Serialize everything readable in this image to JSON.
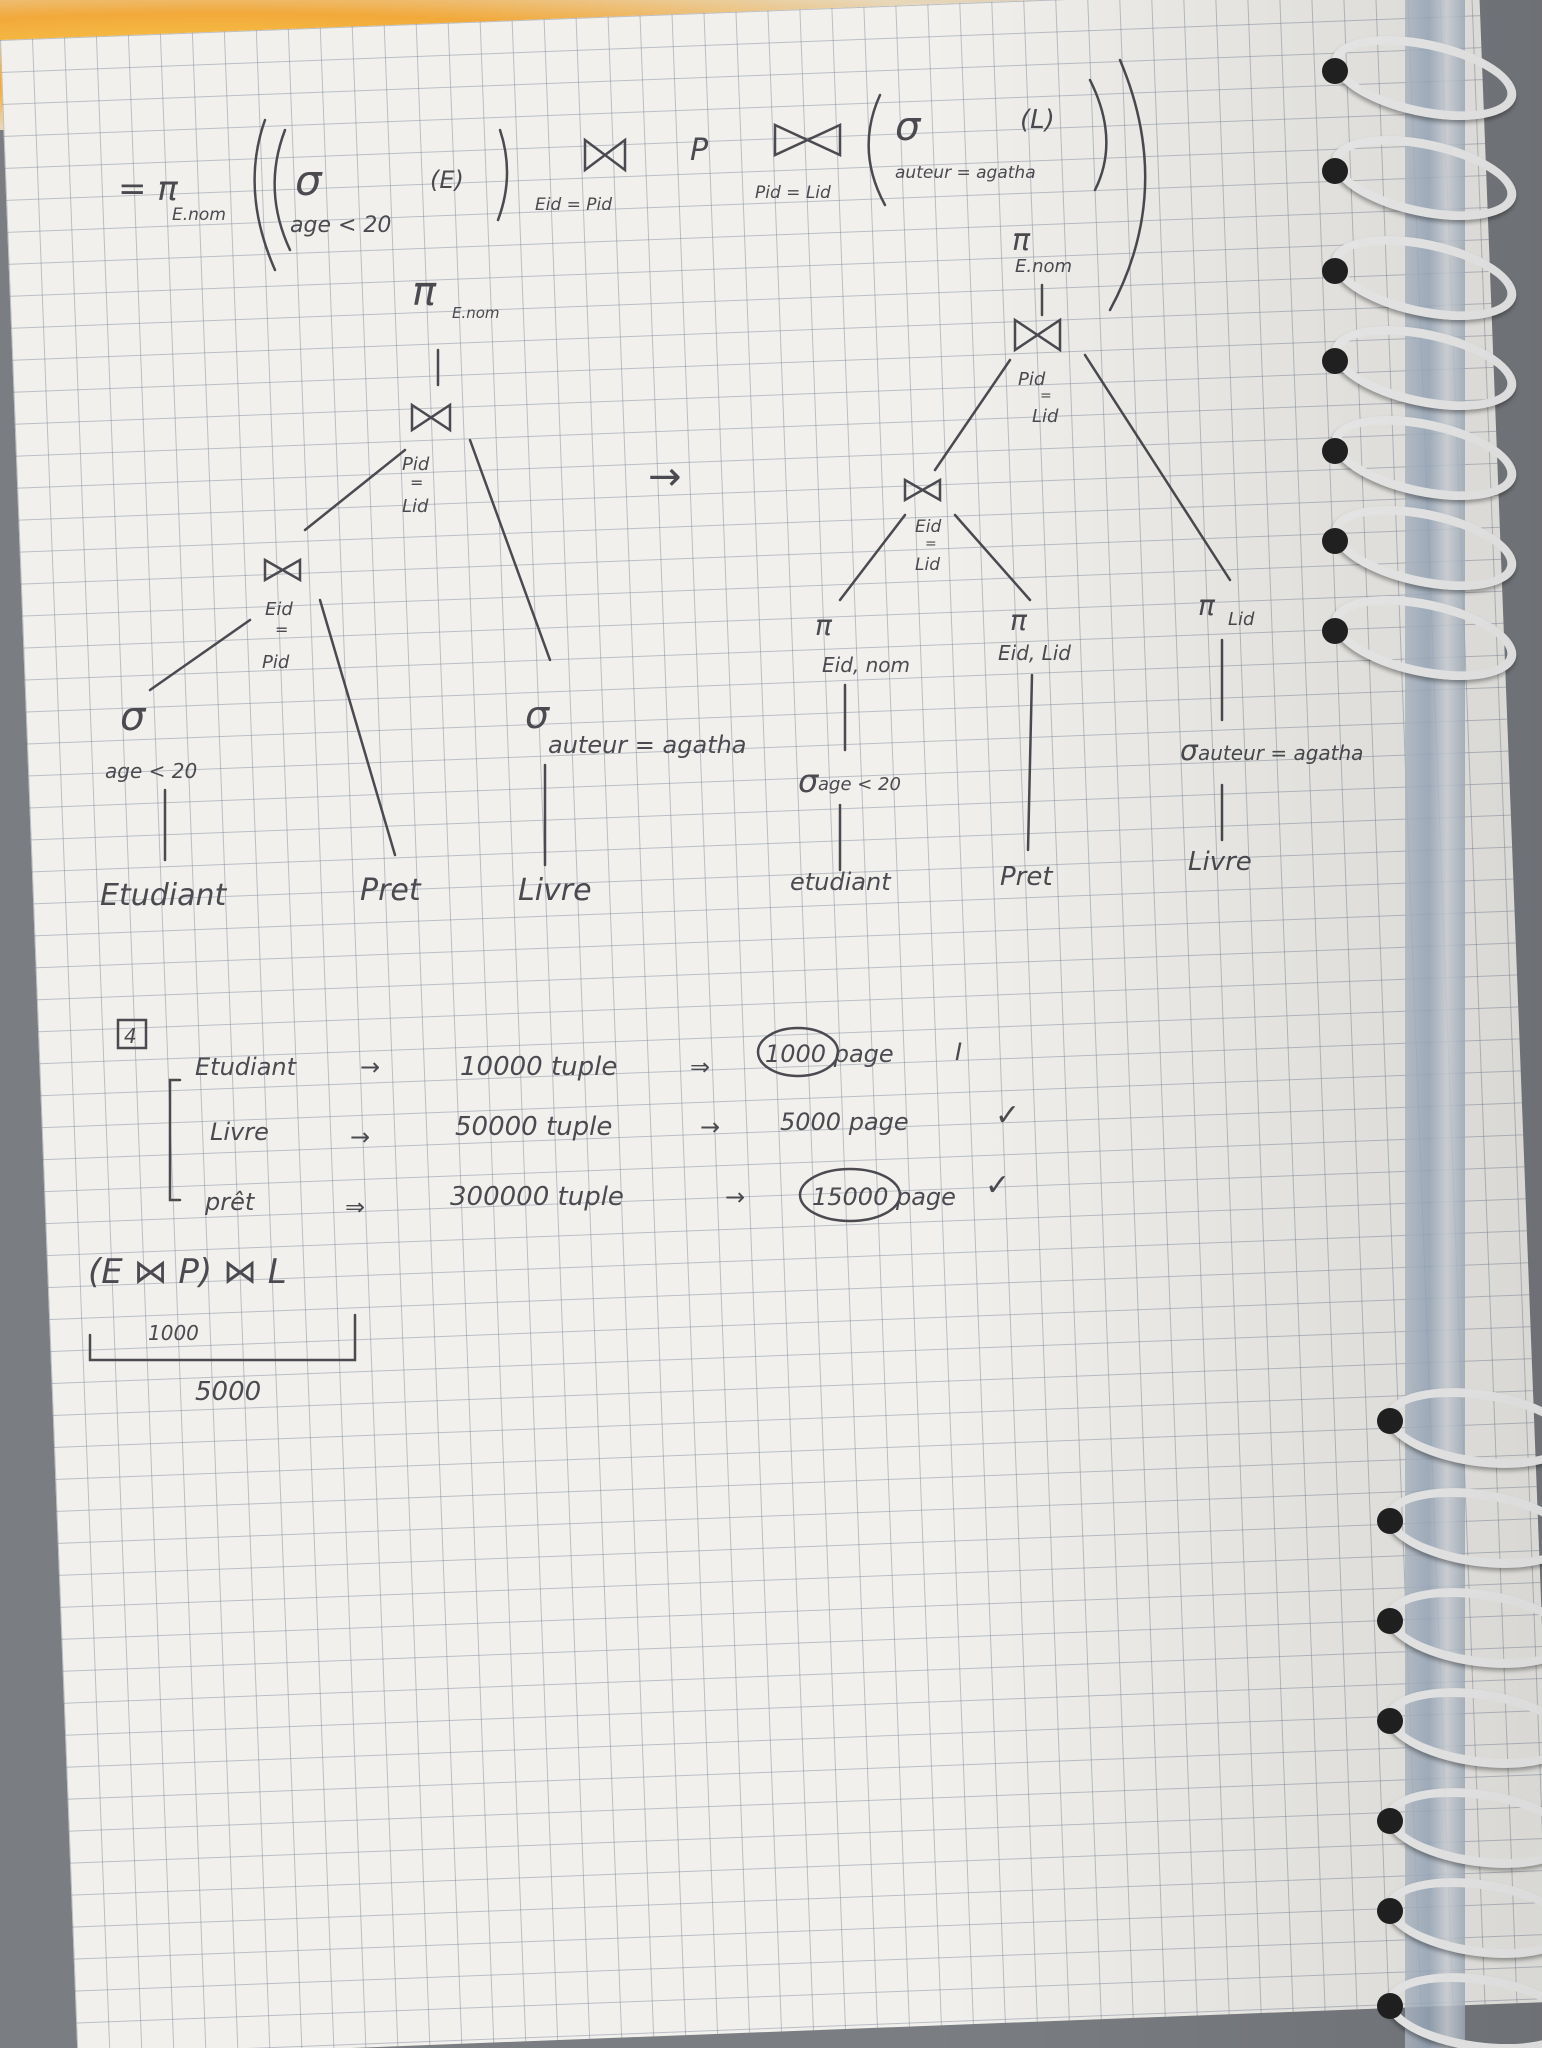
{
  "formula": {
    "prefix": "= π",
    "proj_sub": "E.nom",
    "sigma": "σ",
    "sigma_cond": "age < 20",
    "e_rel": "(E)",
    "join1_sub": "Eid = Pid",
    "p_rel": "P",
    "join2_sub": "Pid = Lid",
    "sigma2_cond": "auteur = agatha",
    "l_rel": "(L)"
  },
  "tree_left": {
    "proj": "π",
    "proj_attr": "E.nom",
    "join_top_cond": [
      "Pid",
      "=",
      "Lid"
    ],
    "join_low_cond": [
      "Eid",
      "=",
      "Pid"
    ],
    "sigma_e": "σ",
    "sigma_e_cond": "age < 20",
    "sigma_l": "σ",
    "sigma_l_cond": "auteur = agatha",
    "leaf_e": "Etudiant",
    "leaf_p": "Pret",
    "leaf_l": "Livre"
  },
  "arrow": "→",
  "tree_right": {
    "proj_top": "π",
    "proj_top_attr": "E.nom",
    "join_top_cond": [
      "Pid",
      "=",
      "Lid"
    ],
    "join_low_cond": [
      "Eid",
      "=",
      "Lid"
    ],
    "proj_e": "π",
    "proj_e_attr": "Eid, nom",
    "proj_p": "π",
    "proj_p_attr": "Eid, Lid",
    "proj_l": "π",
    "proj_l_attr": "Lid",
    "sigma_e": "σ",
    "sigma_e_cond": "age < 20",
    "sigma_l": "σ",
    "sigma_l_cond": "auteur = agatha",
    "leaf_e": "etudiant",
    "leaf_p": "Pret",
    "leaf_l": "Livre"
  },
  "cost_section": {
    "number": "4",
    "rows": [
      {
        "name": "Etudiant",
        "tuples": "10000 tuple",
        "pages": "1000 page",
        "mark": "I"
      },
      {
        "name": "Livre",
        "tuples": "50000 tuple",
        "pages": "5000 page",
        "mark": "✓"
      },
      {
        "name": "prêt",
        "tuples": "300000 tuple",
        "pages": "15000 page",
        "mark": "✓"
      }
    ],
    "expr": "(E ⋈ P) ⋈ L",
    "inner_cost": "1000",
    "outer_cost": "5000"
  }
}
